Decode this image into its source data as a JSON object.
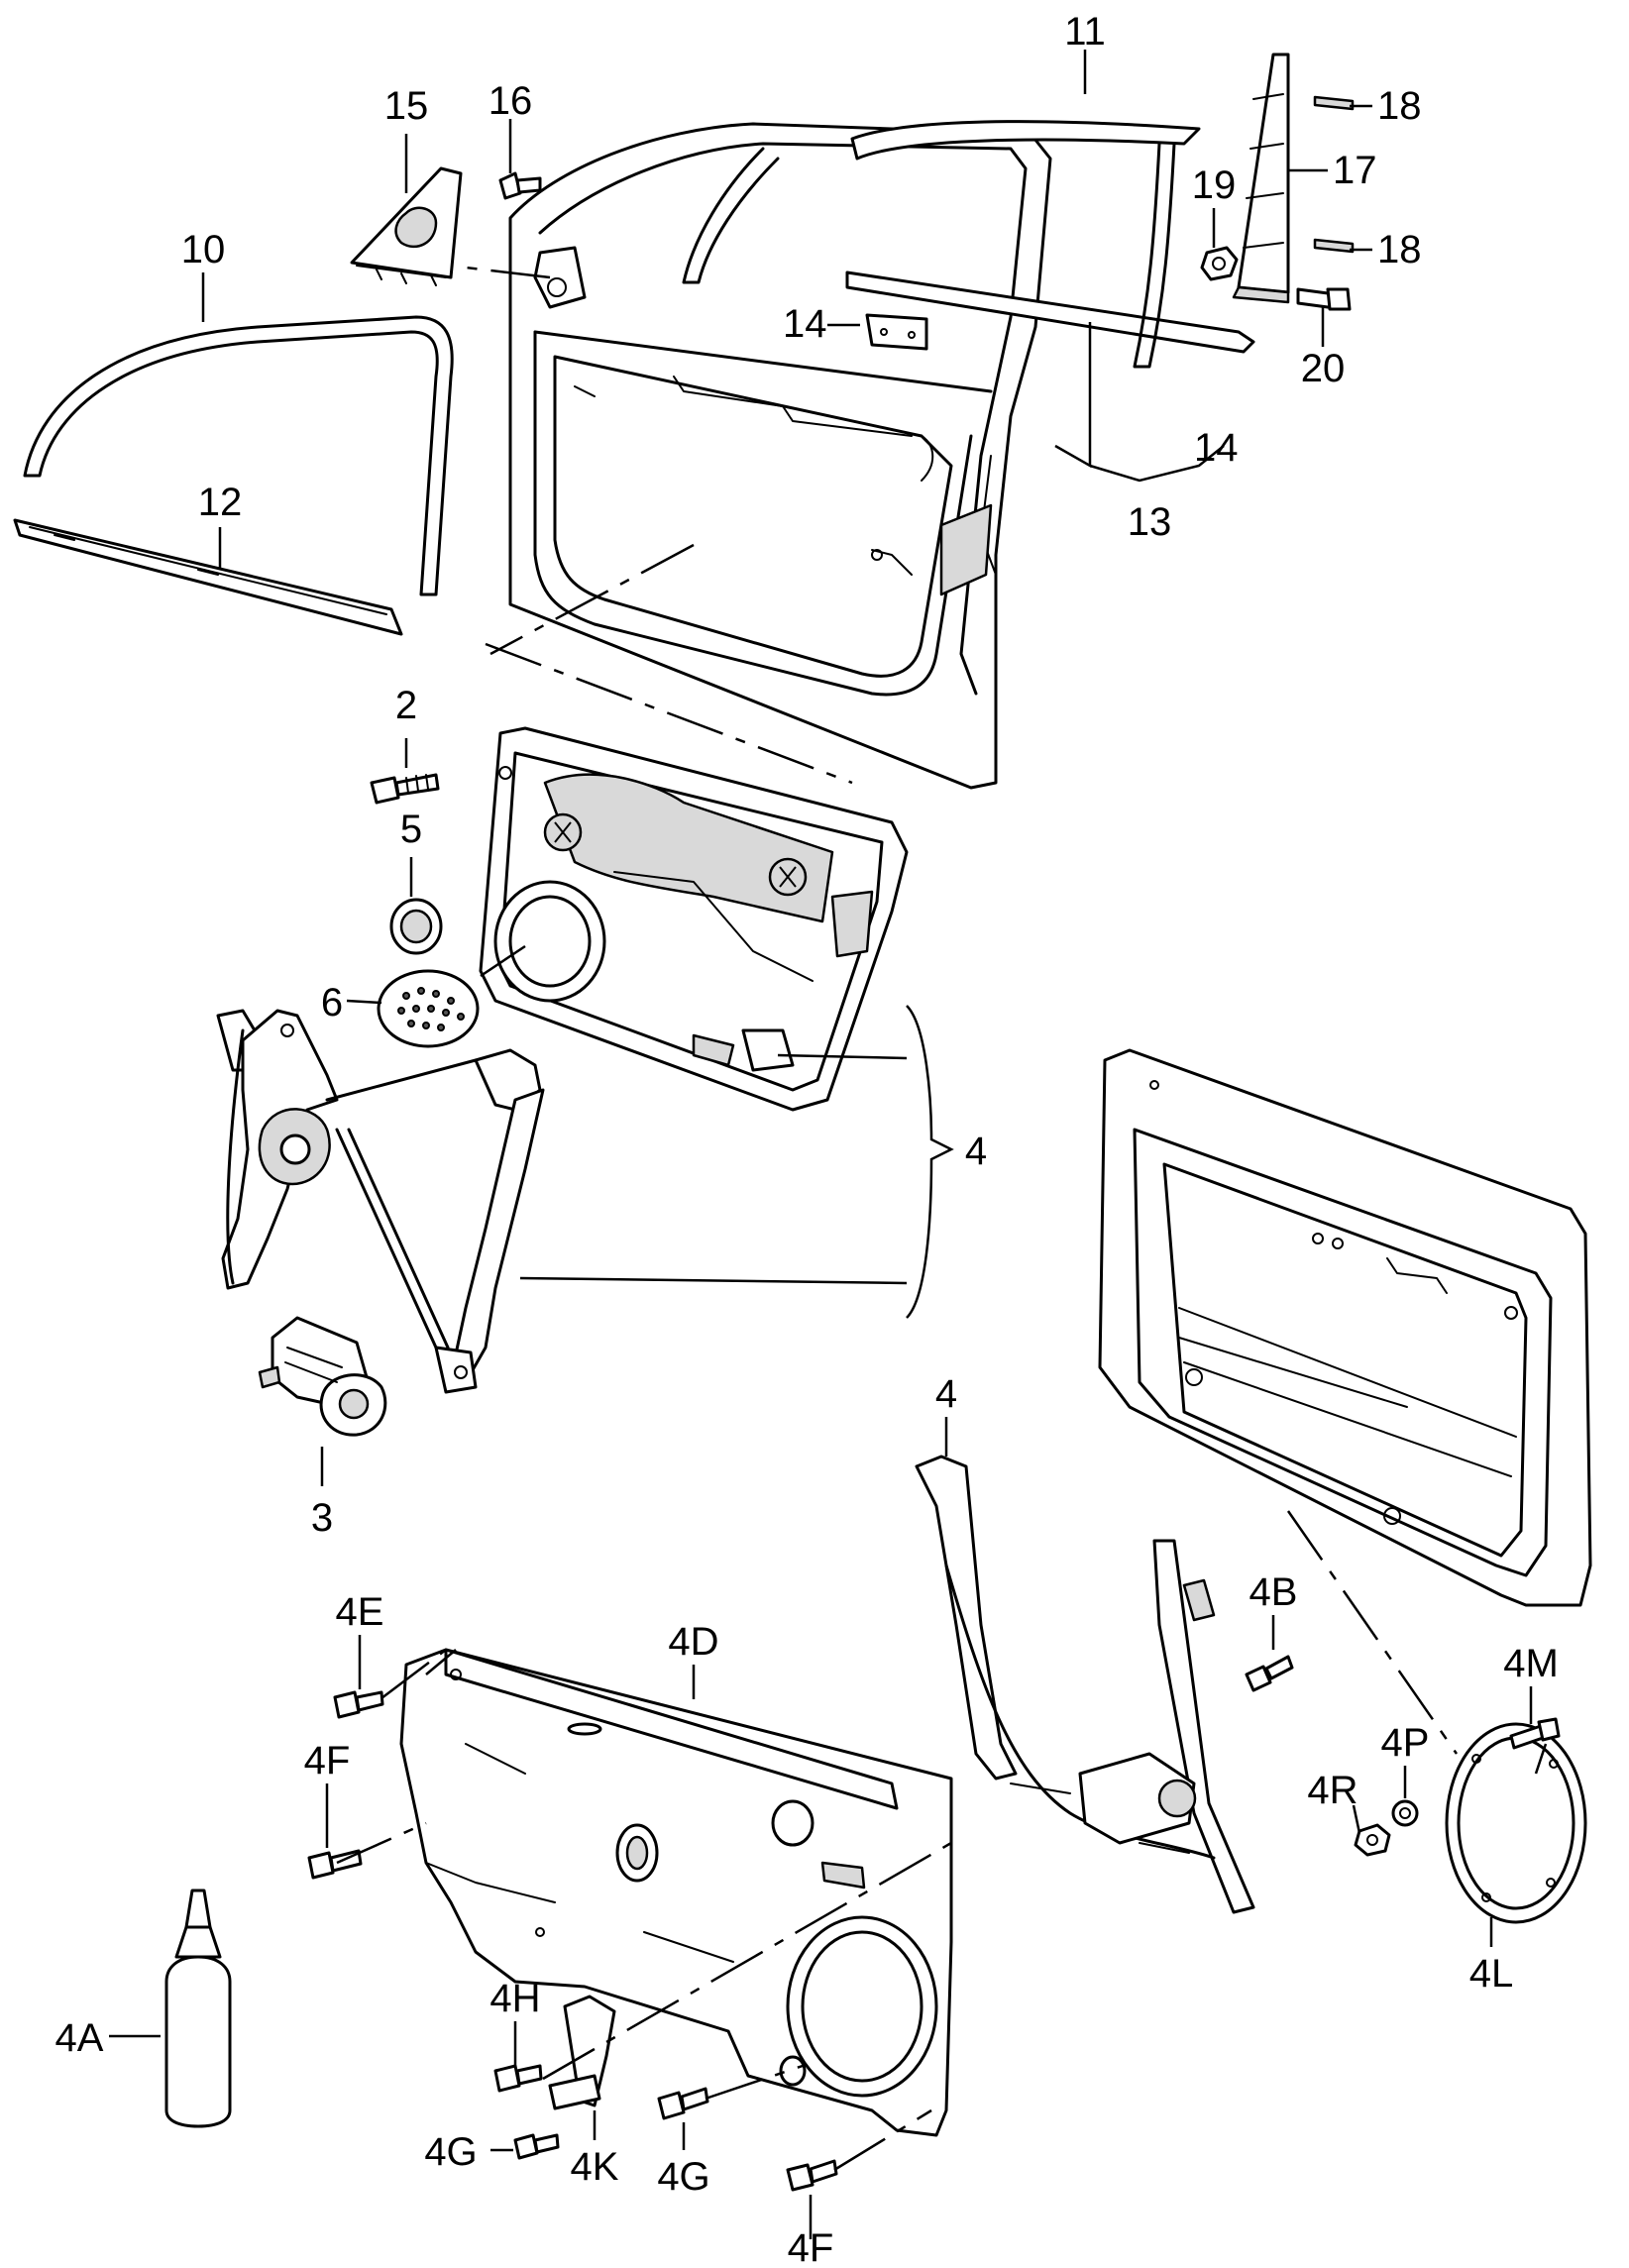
{
  "diagram": {
    "labels": {
      "l2": "2",
      "l3": "3",
      "l4a": "4",
      "l4b": "4",
      "l5": "5",
      "l6": "6",
      "l10": "10",
      "l11": "11",
      "l12": "12",
      "l13": "13",
      "l14a": "14",
      "l14b": "14",
      "l15": "15",
      "l16": "16",
      "l17": "17",
      "l18a": "18",
      "l18b": "18",
      "l19": "19",
      "l20": "20",
      "l4A": "4A",
      "l4B": "4B",
      "l4D": "4D",
      "l4E": "4E",
      "l4F1": "4F",
      "l4F2": "4F",
      "l4G1": "4G",
      "l4G2": "4G",
      "l4H": "4H",
      "l4K": "4K",
      "l4L": "4L",
      "l4M": "4M",
      "l4P": "4P",
      "l4R": "4R"
    }
  }
}
